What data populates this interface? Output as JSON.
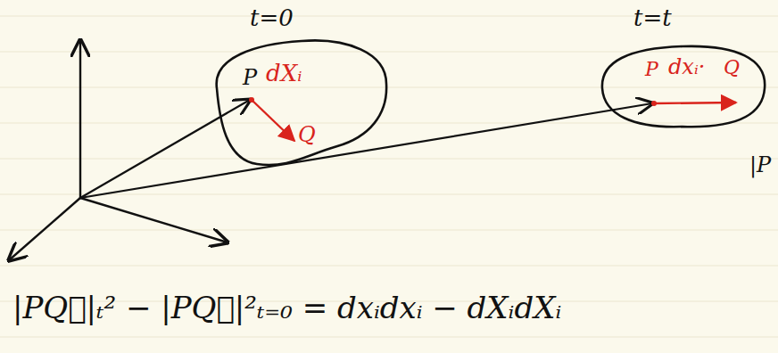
{
  "diagram": {
    "nodes": [
      {
        "text": [
          "t=0",
          "P",
          "dXᵢ",
          "Q"
        ]
      },
      {
        "text": [
          "t=t",
          "P",
          "dxᵢ·",
          "Q"
        ]
      }
    ],
    "labels": [
      "|PQ⃗|ₜ² − |PQ⃗|²ₜ₌₀ = dxᵢdxᵢ − dXᵢdXᵢ",
      "|P"
    ]
  }
}
